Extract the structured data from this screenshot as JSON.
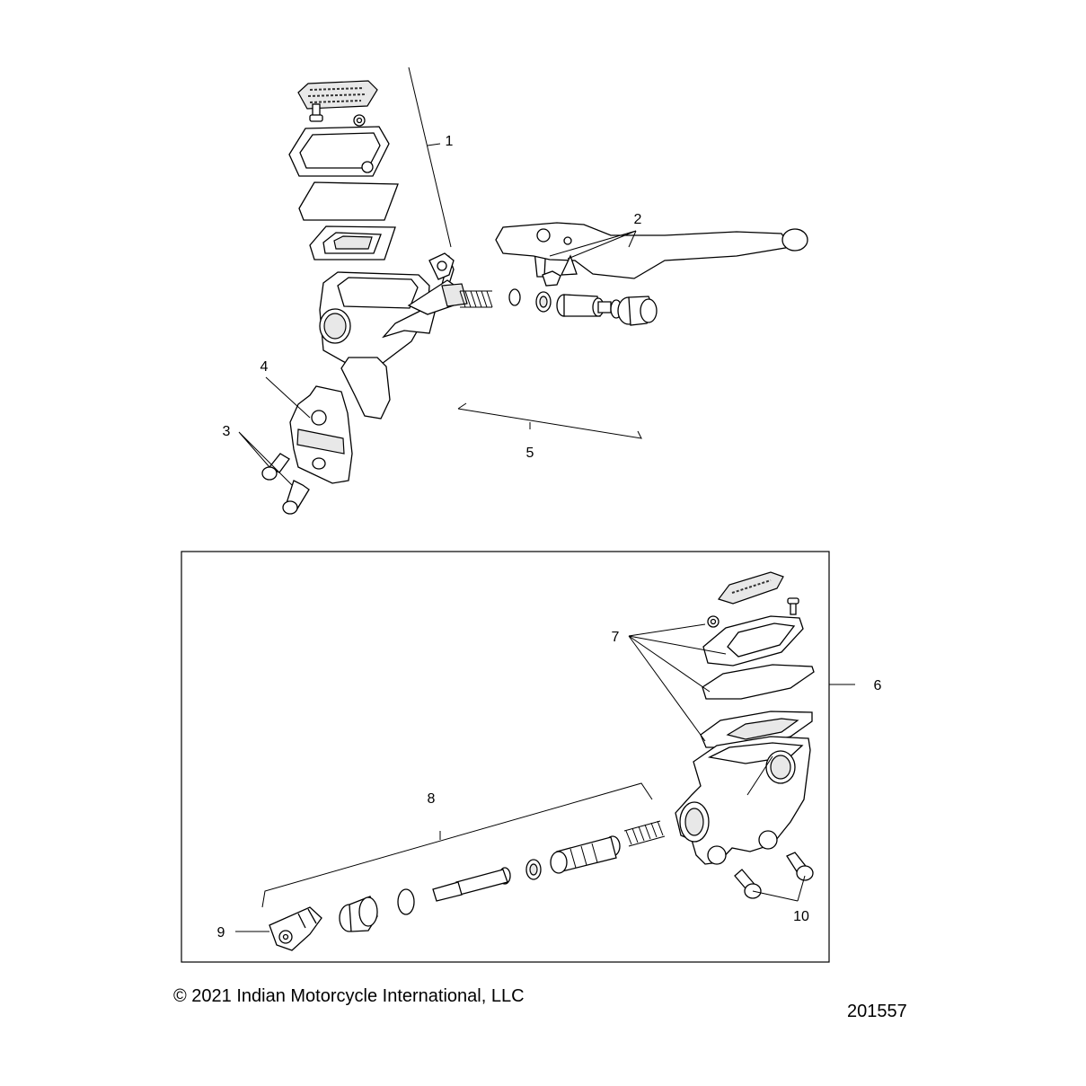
{
  "diagram": {
    "callouts": {
      "c1": "1",
      "c2": "2",
      "c3": "3",
      "c4": "4",
      "c5": "5",
      "c6": "6",
      "c7": "7",
      "c8": "8",
      "c9": "9",
      "c10": "10"
    },
    "footer": {
      "copyright": "© 2021 Indian Motorcycle International, LLC",
      "diagram_number": "201557"
    },
    "colors": {
      "line": "#000000",
      "background": "#ffffff",
      "shade": "#e8e8e8"
    }
  }
}
